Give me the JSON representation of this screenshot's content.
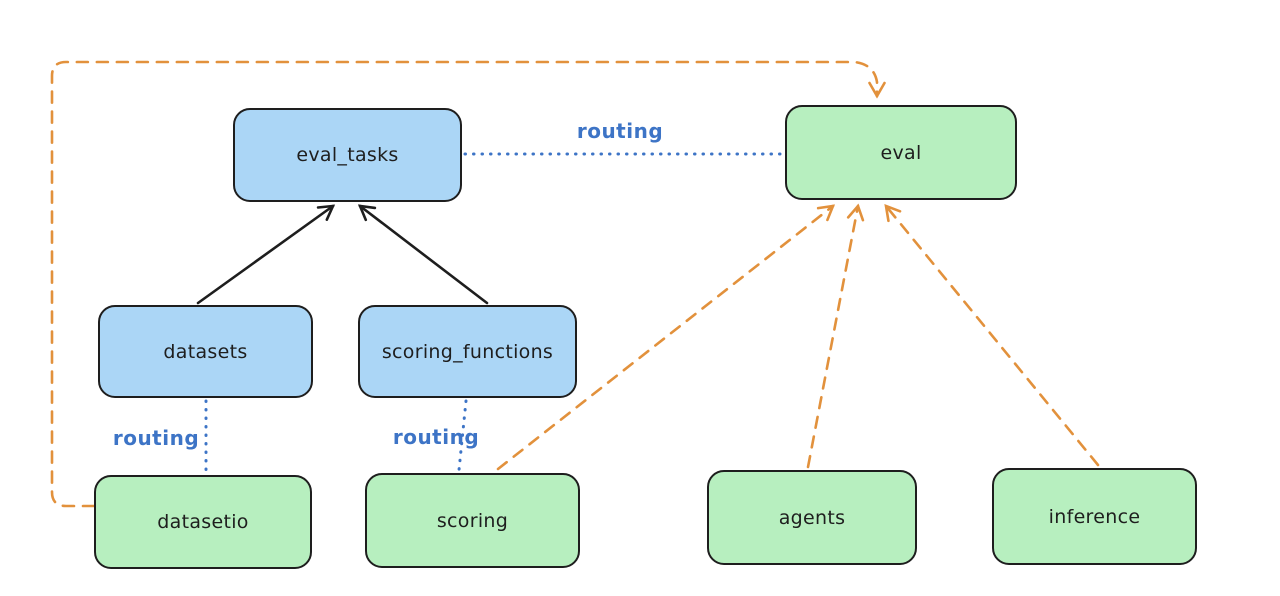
{
  "diagram": {
    "colors": {
      "stroke": "#1e1e1e",
      "blue_fill": "#abd6f6",
      "green_fill": "#b7efbf",
      "blue_line": "#3d74c6",
      "orange": "#e2913c",
      "background": "#ffffff"
    },
    "nodes": {
      "eval_tasks": {
        "label": "eval_tasks",
        "color": "blue"
      },
      "eval": {
        "label": "eval",
        "color": "green"
      },
      "datasets": {
        "label": "datasets",
        "color": "blue"
      },
      "scoring_functions": {
        "label": "scoring_functions",
        "color": "blue"
      },
      "datasetio": {
        "label": "datasetio",
        "color": "green"
      },
      "scoring": {
        "label": "scoring",
        "color": "green"
      },
      "agents": {
        "label": "agents",
        "color": "green"
      },
      "inference": {
        "label": "inference",
        "color": "green"
      }
    },
    "edges": [
      {
        "from": "datasets",
        "to": "eval_tasks",
        "style": "solid-arrow",
        "color": "black"
      },
      {
        "from": "scoring_functions",
        "to": "eval_tasks",
        "style": "solid-arrow",
        "color": "black"
      },
      {
        "from": "eval_tasks",
        "to": "eval",
        "style": "dotted",
        "color": "blue",
        "label": "routing"
      },
      {
        "from": "datasets",
        "to": "datasetio",
        "style": "dotted",
        "color": "blue",
        "label": "routing"
      },
      {
        "from": "scoring_functions",
        "to": "scoring",
        "style": "dotted",
        "color": "blue",
        "label": "routing"
      },
      {
        "from": "datasetio",
        "to": "eval",
        "style": "dashed-arrow",
        "color": "orange"
      },
      {
        "from": "scoring",
        "to": "eval",
        "style": "dashed-arrow",
        "color": "orange"
      },
      {
        "from": "agents",
        "to": "eval",
        "style": "dashed-arrow",
        "color": "orange"
      },
      {
        "from": "inference",
        "to": "eval",
        "style": "dashed-arrow",
        "color": "orange"
      }
    ],
    "edge_labels": {
      "eval_tasks_to_eval": "routing",
      "datasets_to_datasetio": "routing",
      "scoring_functions_to_scoring": "routing"
    }
  }
}
